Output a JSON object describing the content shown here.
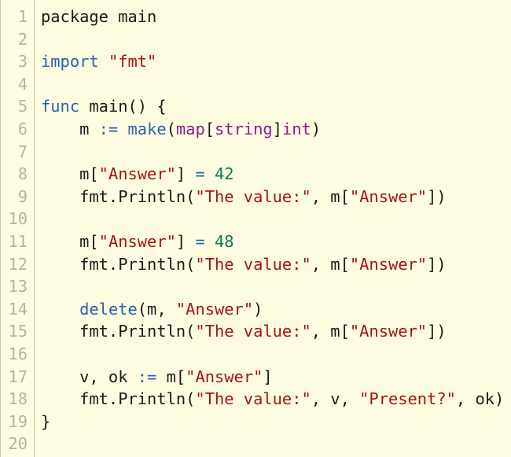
{
  "editor": {
    "lines": [
      {
        "number": "1",
        "segments": [
          {
            "t": "package main",
            "c": "plain"
          }
        ]
      },
      {
        "number": "2",
        "segments": []
      },
      {
        "number": "3",
        "segments": [
          {
            "t": "import ",
            "c": "fn"
          },
          {
            "t": "\"fmt\"",
            "c": "str"
          }
        ]
      },
      {
        "number": "4",
        "segments": []
      },
      {
        "number": "5",
        "segments": [
          {
            "t": "func",
            "c": "fn"
          },
          {
            "t": " main() {",
            "c": "plain"
          }
        ]
      },
      {
        "number": "6",
        "segments": [
          {
            "t": "    m ",
            "c": "plain"
          },
          {
            "t": ":=",
            "c": "op"
          },
          {
            "t": " ",
            "c": "plain"
          },
          {
            "t": "make",
            "c": "fn"
          },
          {
            "t": "(",
            "c": "plain"
          },
          {
            "t": "map",
            "c": "kw"
          },
          {
            "t": "[",
            "c": "plain"
          },
          {
            "t": "string",
            "c": "kw"
          },
          {
            "t": "]",
            "c": "plain"
          },
          {
            "t": "int",
            "c": "kw"
          },
          {
            "t": ")",
            "c": "plain"
          }
        ]
      },
      {
        "number": "7",
        "segments": []
      },
      {
        "number": "8",
        "segments": [
          {
            "t": "    m[",
            "c": "plain"
          },
          {
            "t": "\"Answer\"",
            "c": "str"
          },
          {
            "t": "] ",
            "c": "plain"
          },
          {
            "t": "=",
            "c": "op"
          },
          {
            "t": " ",
            "c": "plain"
          },
          {
            "t": "42",
            "c": "num"
          }
        ]
      },
      {
        "number": "9",
        "segments": [
          {
            "t": "    fmt.Println(",
            "c": "plain"
          },
          {
            "t": "\"The value:\"",
            "c": "str"
          },
          {
            "t": ", m[",
            "c": "plain"
          },
          {
            "t": "\"Answer\"",
            "c": "str"
          },
          {
            "t": "])",
            "c": "plain"
          }
        ]
      },
      {
        "number": "10",
        "segments": []
      },
      {
        "number": "11",
        "segments": [
          {
            "t": "    m[",
            "c": "plain"
          },
          {
            "t": "\"Answer\"",
            "c": "str"
          },
          {
            "t": "] ",
            "c": "plain"
          },
          {
            "t": "=",
            "c": "op"
          },
          {
            "t": " ",
            "c": "plain"
          },
          {
            "t": "48",
            "c": "num"
          }
        ]
      },
      {
        "number": "12",
        "segments": [
          {
            "t": "    fmt.Println(",
            "c": "plain"
          },
          {
            "t": "\"The value:\"",
            "c": "str"
          },
          {
            "t": ", m[",
            "c": "plain"
          },
          {
            "t": "\"Answer\"",
            "c": "str"
          },
          {
            "t": "])",
            "c": "plain"
          }
        ]
      },
      {
        "number": "13",
        "segments": []
      },
      {
        "number": "14",
        "segments": [
          {
            "t": "    ",
            "c": "plain"
          },
          {
            "t": "delete",
            "c": "fn"
          },
          {
            "t": "(m, ",
            "c": "plain"
          },
          {
            "t": "\"Answer\"",
            "c": "str"
          },
          {
            "t": ")",
            "c": "plain"
          }
        ]
      },
      {
        "number": "15",
        "segments": [
          {
            "t": "    fmt.Println(",
            "c": "plain"
          },
          {
            "t": "\"The value:\"",
            "c": "str"
          },
          {
            "t": ", m[",
            "c": "plain"
          },
          {
            "t": "\"Answer\"",
            "c": "str"
          },
          {
            "t": "])",
            "c": "plain"
          }
        ]
      },
      {
        "number": "16",
        "segments": []
      },
      {
        "number": "17",
        "segments": [
          {
            "t": "    v, ok ",
            "c": "plain"
          },
          {
            "t": ":=",
            "c": "op"
          },
          {
            "t": " m[",
            "c": "plain"
          },
          {
            "t": "\"Answer\"",
            "c": "str"
          },
          {
            "t": "]",
            "c": "plain"
          }
        ]
      },
      {
        "number": "18",
        "segments": [
          {
            "t": "    fmt.Println(",
            "c": "plain"
          },
          {
            "t": "\"The value:\"",
            "c": "str"
          },
          {
            "t": ", v, ",
            "c": "plain"
          },
          {
            "t": "\"Present?\"",
            "c": "str"
          },
          {
            "t": ", ok)",
            "c": "plain"
          }
        ]
      },
      {
        "number": "19",
        "segments": [
          {
            "t": "}",
            "c": "plain"
          }
        ]
      },
      {
        "number": "20",
        "segments": []
      }
    ]
  },
  "colors": {
    "background": "#fefce0",
    "line_number": "#b4b4a0",
    "plain": "#1a1a1a",
    "keyword": "#8a1f8a",
    "function": "#2a5fb0",
    "string": "#a31515",
    "number": "#0f7a5a"
  }
}
